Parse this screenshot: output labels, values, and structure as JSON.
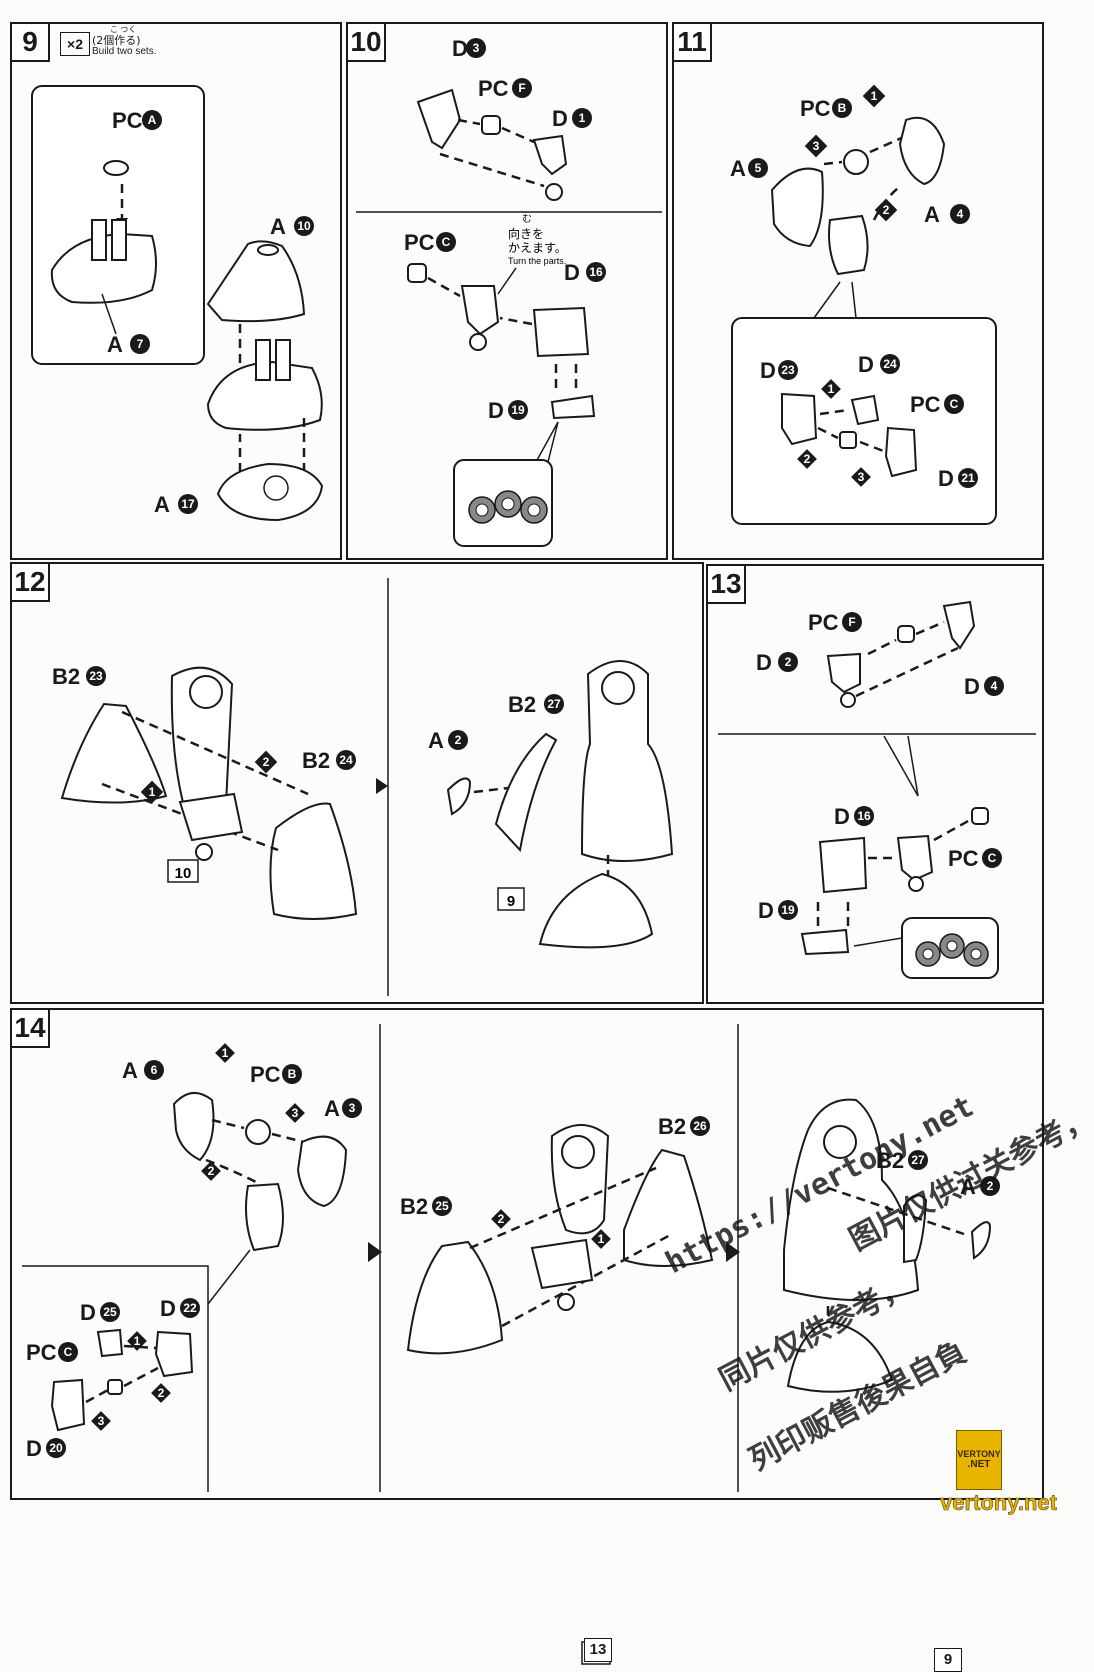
{
  "steps": [
    {
      "number": "9",
      "multiplier": "×2",
      "note_jp": "(2個作る)",
      "note_ruby": "こ つく",
      "note_en": "Build two sets.",
      "parts": [
        "PC",
        "A",
        "A",
        "A"
      ],
      "part_numbers": [
        "A",
        "10",
        "7",
        "17"
      ]
    },
    {
      "number": "10",
      "note_ruby": "む",
      "note_jp_1": "向きを",
      "note_jp_2": "かえます。",
      "note_en": "Turn the parts.",
      "parts": [
        "D",
        "PC",
        "D",
        "PC",
        "D",
        "D"
      ],
      "part_numbers": [
        "3",
        "F",
        "1",
        "C",
        "16",
        "19"
      ]
    },
    {
      "number": "11",
      "parts": [
        "PC",
        "A",
        "A",
        "D",
        "D",
        "PC",
        "D"
      ],
      "part_numbers": [
        "B",
        "5",
        "4",
        "23",
        "24",
        "C",
        "21"
      ],
      "order": [
        "1",
        "2",
        "3"
      ]
    },
    {
      "number": "12",
      "parts": [
        "B2",
        "B2",
        "A",
        "B2"
      ],
      "part_numbers": [
        "23",
        "24",
        "2",
        "27"
      ],
      "sub_refs": [
        "10",
        "9"
      ],
      "order": [
        "1",
        "2"
      ]
    },
    {
      "number": "13",
      "parts": [
        "PC",
        "D",
        "D",
        "D",
        "PC",
        "D"
      ],
      "part_numbers": [
        "F",
        "2",
        "4",
        "16",
        "C",
        "19"
      ]
    },
    {
      "number": "14",
      "parts": [
        "A",
        "PC",
        "A",
        "D",
        "D",
        "PC",
        "D",
        "B2",
        "B2",
        "B2",
        "A"
      ],
      "part_numbers": [
        "6",
        "B",
        "3",
        "25",
        "22",
        "C",
        "20",
        "26",
        "25",
        "27",
        "2"
      ],
      "sub_refs": [
        "13",
        "9"
      ],
      "order": [
        "1",
        "2",
        "3"
      ]
    }
  ],
  "watermark": {
    "url": "https://vertony.net",
    "line1": "图片仅供过关参考，",
    "line2": "同片仅供参考，",
    "line3": "列印贩售後果自負",
    "logo_top": "VERTONY",
    "logo_bottom": ".NET",
    "footer": "vertony.net"
  },
  "colors": {
    "ink": "#1a1a1a",
    "paper": "#fbfbf9",
    "ghost": "#c8d3dc",
    "logo": "#e8b400"
  }
}
